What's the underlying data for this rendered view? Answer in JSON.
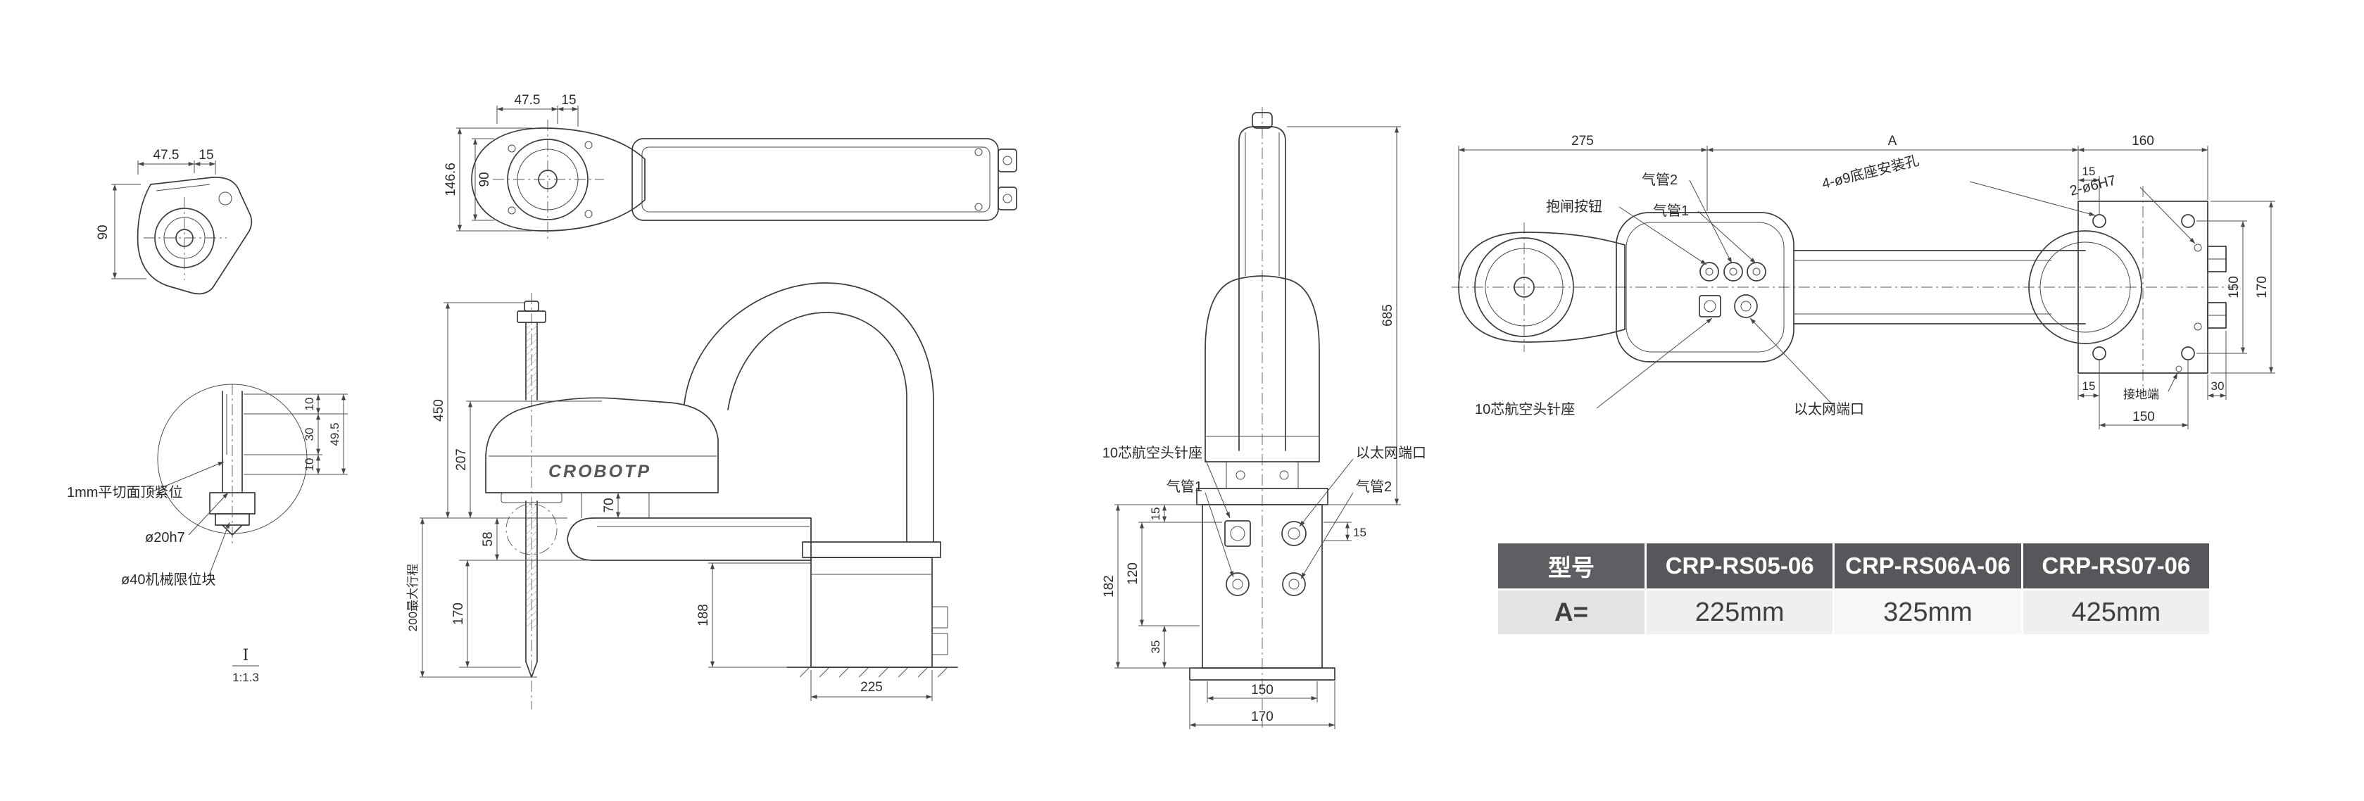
{
  "brand": {
    "logo_text": "CROBOTP"
  },
  "detail_end_view": {
    "dim_w1": "47.5",
    "dim_w2": "15",
    "dim_h": "90"
  },
  "arm_top_view": {
    "dim_w1": "47.5",
    "dim_w2": "15",
    "dim_h_outer": "146.6",
    "dim_h_inner": "90"
  },
  "side_view": {
    "dim_screw": "450",
    "dim_body": "207",
    "dim_stroke": "200最大行程",
    "dim_170": "170",
    "dim_58": "58",
    "dim_70": "70",
    "dim_188": "188",
    "dim_225": "225",
    "detail": {
      "dim_10a": "10",
      "dim_30": "30",
      "dim_10b": "10",
      "dim_49_5": "49.5",
      "label_flat": "1mm平切面顶紧位",
      "label_shaft": "ø20h7",
      "label_block": "ø40机械限位块",
      "section_mark": "I",
      "section_scale": "1:1.3"
    }
  },
  "front_view": {
    "dim_685": "685",
    "dim_182": "182",
    "dim_120": "120",
    "dim_15_top": "15",
    "dim_35": "35",
    "dim_15_side": "15",
    "dim_150": "150",
    "dim_170": "170",
    "label_pin": "10芯航空头针座",
    "label_air1": "气管1",
    "label_air2": "气管2",
    "label_eth": "以太网端口"
  },
  "top_view": {
    "dim_275": "275",
    "dim_a": "A",
    "dim_160": "160",
    "dim_15_hole": "15",
    "dim_150_side": "150",
    "dim_170_side": "170",
    "dim_15_bottom": "15",
    "dim_150_bottom": "150",
    "dim_30": "30",
    "label_brake": "抱闸按钮",
    "label_air2": "气管2",
    "label_air1": "气管1",
    "label_mount_holes": "4-ø9底座安装孔",
    "label_dowel_holes": "2-ø6H7",
    "label_pin": "10芯航空头针座",
    "label_eth": "以太网端口",
    "label_ground": "接地端"
  },
  "spec_table": {
    "model_header": "型号",
    "models": [
      "CRP-RS05-06",
      "CRP-RS06A-06",
      "CRP-RS07-06"
    ],
    "a_label": "A=",
    "a_values": [
      "225mm",
      "325mm",
      "425mm"
    ]
  }
}
